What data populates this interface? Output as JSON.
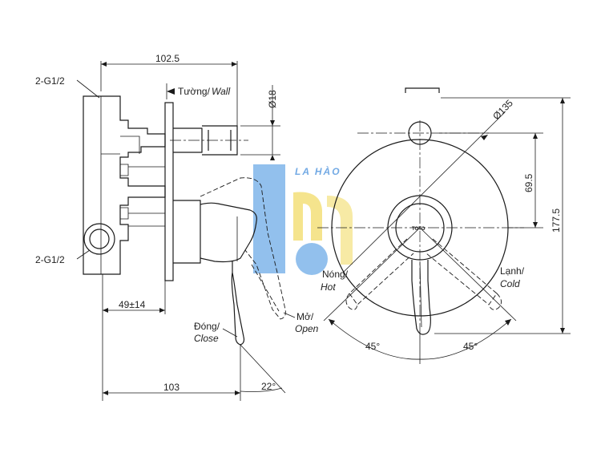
{
  "side_view": {
    "dim_width_top": "102.5",
    "label_conn_top": "2-G1/2",
    "label_wall_vn": "Tường/",
    "label_wall_en": "Wall",
    "dim_diameter_18": "Ø18",
    "label_conn_bottom": "2-G1/2",
    "dim_depth": "49±14",
    "dim_bottom_width": "103",
    "angle_handle": "22°",
    "label_close_vn": "Đóng/",
    "label_close_en": "Close",
    "label_open_vn": "Mở/",
    "label_open_en": "Open"
  },
  "front_view": {
    "dim_plate_diameter": "Ø135",
    "dim_center_offset": "69.5",
    "dim_total_height": "177.5",
    "label_hot_vn": "Nóng/",
    "label_hot_en": "Hot",
    "label_cold_vn": "Lạnh/",
    "label_cold_en": "Cold",
    "angle_left": "45°",
    "angle_right": "45°",
    "brand_mark": "TOTO"
  },
  "watermark": {
    "text": "LA HÀO",
    "colors": {
      "blue": "#7fb6ea",
      "yellow": "#f4e07a",
      "text": "#5a9be0"
    }
  }
}
